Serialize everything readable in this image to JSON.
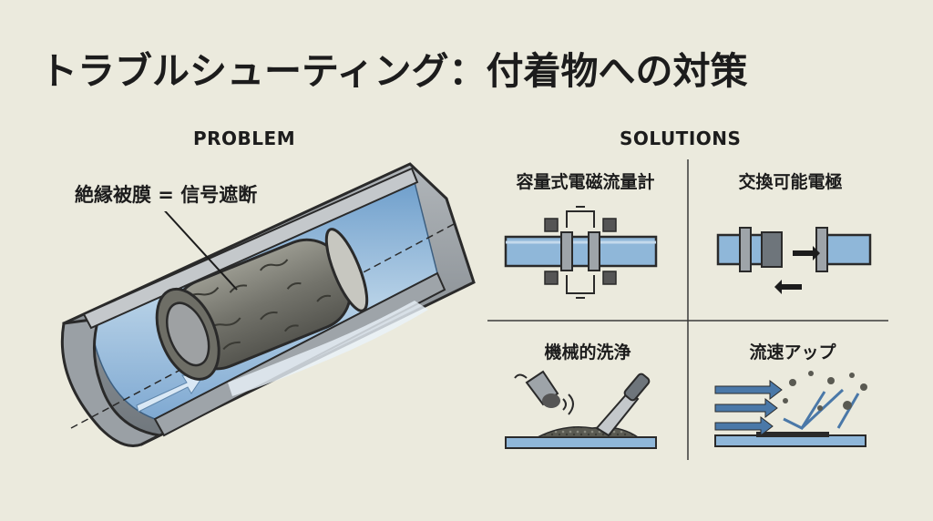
{
  "title": "トラブルシューティング：付着物への対策",
  "problem": {
    "heading": "PROBLEM",
    "callout": "絶縁被膜 = 信号遮断"
  },
  "solutions": {
    "heading": "SOLUTIONS",
    "items": [
      {
        "label": "容量式電磁流量計",
        "icon": "capacitive-flowmeter-icon"
      },
      {
        "label": "交換可能電極",
        "icon": "replaceable-electrode-icon"
      },
      {
        "label": "機械的洗浄",
        "icon": "mechanical-cleaning-icon"
      },
      {
        "label": "流速アップ",
        "icon": "flow-velocity-up-icon"
      }
    ]
  },
  "colors": {
    "background": "#ebeadd",
    "pipe_wall": "#8f959b",
    "water": "#8fb7d9",
    "deposit": "#7a7a72",
    "line": "#2a2a2a"
  }
}
